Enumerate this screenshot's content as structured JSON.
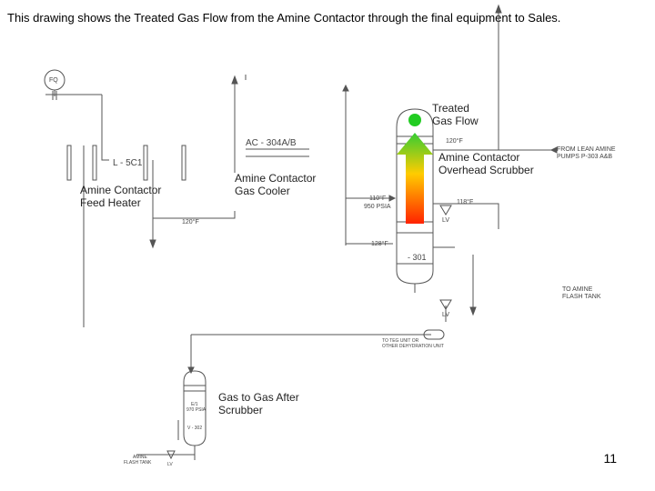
{
  "caption": "This drawing shows the Treated Gas Flow from the Amine Contactor through the final equipment to Sales.",
  "labels": {
    "treated_gas_flow": [
      "Treated",
      "Gas Flow"
    ],
    "overhead_scrubber": [
      "Amine Contactor",
      "Overhead Scrubber"
    ],
    "feed_heater": [
      "Amine Contactor",
      "Feed Heater"
    ],
    "gas_cooler": [
      "Amine Contactor",
      "Gas Cooler"
    ],
    "gas_to_gas": [
      "Gas to Gas After",
      "Scrubber"
    ]
  },
  "drawing_text": {
    "fq": "FQ",
    "heater_tag": "L - 5C1",
    "cooler_tag": "AC - 304A/B",
    "temp_120": "120°F",
    "temp_110": "110°F",
    "psia_950": "950 PSIA",
    "temp_118": "118°F",
    "temp_128": "128°F",
    "temp_120b": "120°F",
    "vessel_tag": "- 301",
    "lv1": "LV",
    "lv2": "LV",
    "from_lean_amine_1": "FROM LEAN AMINE",
    "from_lean_amine_2": "PUMPS P-303 A&B",
    "to_amine_1": "TO AMINE",
    "to_amine_2": "FLASH TANK",
    "to_dehy_1": "TO TEG UNIT OR",
    "to_dehy_2": "OTHER DEHYDRATION UNIT",
    "scrubber_psia": "970 PSIA",
    "scrubber_tag": "V - 302",
    "scrubber_id": "E/1",
    "amine_flash_1": "AMINE",
    "amine_flash_2": "FLASH TANK",
    "lv3": "LV"
  },
  "colors": {
    "arrow_top": "#33cc33",
    "arrow_mid": "#ffcc00",
    "arrow_bottom": "#ff2200",
    "bubble": "#22cc22",
    "line": "#555555"
  },
  "page_number": "11"
}
